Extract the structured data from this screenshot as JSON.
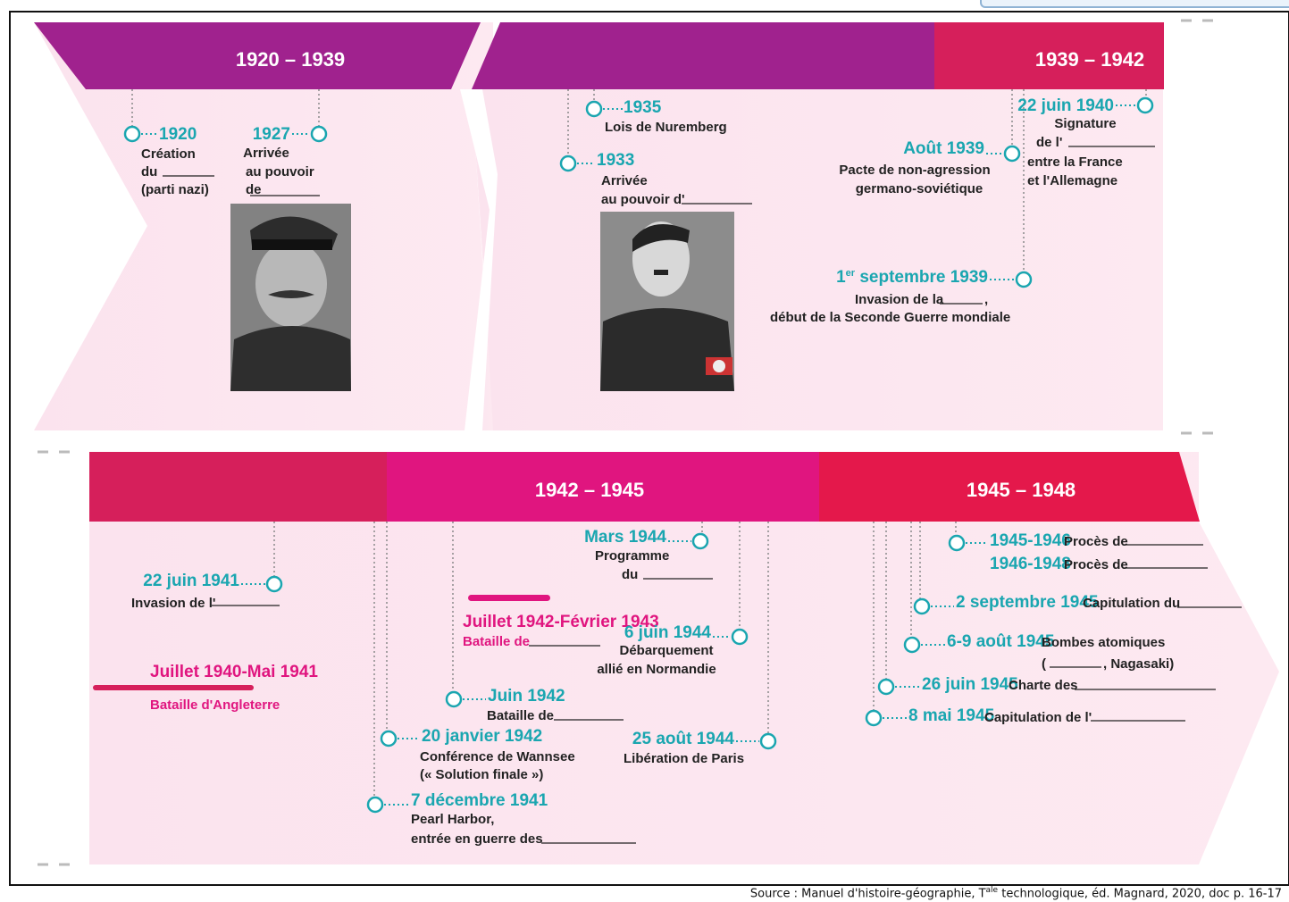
{
  "colors": {
    "purple": "#a0228e",
    "crimson": "#d61f5b",
    "magenta": "#e0157f",
    "red": "#e4184b",
    "pink_bg": "#fce4ef",
    "teal": "#1aa6b0"
  },
  "periods": {
    "p1": "1920 – 1939",
    "p2": "1939 – 1942",
    "p3": "1942 – 1945",
    "p4": "1945 – 1948"
  },
  "events": {
    "e1920": {
      "year": "1920",
      "l1": "Création",
      "l2": "du",
      "l3": "(parti nazi)"
    },
    "e1927": {
      "year": "1927",
      "l1": "Arrivée",
      "l2": "au pouvoir",
      "l3": "de"
    },
    "e1935": {
      "year": "1935",
      "l1": "Lois de Nuremberg"
    },
    "e1933": {
      "year": "1933",
      "l1": "Arrivée",
      "l2": "au pouvoir d'"
    },
    "eaout1939": {
      "year": "Août 1939",
      "l1": "Pacte de non-agression",
      "l2": "germano-soviétique"
    },
    "ejuin1940": {
      "year": "22 juin 1940",
      "l1": "Signature",
      "l2": "de l'",
      "l3": "entre la France",
      "l4": "et l'Allemagne"
    },
    "esept1939": {
      "year_a": "1",
      "year_sup": "er",
      "year_b": " septembre 1939",
      "l1": "Invasion de la",
      "l1b": ",",
      "l2": "début de la Seconde Guerre mondiale"
    },
    "ejuin1941": {
      "year": "22 juin 1941",
      "l1": "Invasion de l'"
    },
    "eangleterre": {
      "year": "Juillet 1940-Mai 1941",
      "l1": "Bataille d'Angleterre"
    },
    "ejuil1942": {
      "year": "Juillet 1942-Février 1943",
      "l1": "Bataille de"
    },
    "emars1944": {
      "year": "Mars 1944",
      "l1": "Programme",
      "l2": "du"
    },
    "ejuin1944": {
      "year": "6 juin 1944",
      "l1": "Débarquement",
      "l2": "allié en Normandie"
    },
    "ejuin1942": {
      "year": "Juin 1942",
      "l1": "Bataille de"
    },
    "ejan1942": {
      "year": "20 janvier 1942",
      "l1": "Conférence de Wannsee",
      "l2": "(« Solution finale »)"
    },
    "eaout1944": {
      "year": "25 août 1944",
      "l1": "Libération de Paris"
    },
    "edec1941": {
      "year": "7 décembre 1941",
      "l1": "Pearl Harbor,",
      "l2": "entrée en guerre des"
    },
    "e19451946": {
      "year": "1945-1946",
      "l1": "Procès de"
    },
    "e19461948": {
      "year": "1946-1948",
      "l1": "Procès de"
    },
    "esept1945": {
      "year": "2 septembre 1945",
      "l1": "Capitulation du"
    },
    "eaout1945": {
      "year": "6-9 août 1945",
      "l1": "Bombes atomiques",
      "l2a": "(",
      "l2b": ", Nagasaki)"
    },
    "ejuin1945": {
      "year": "26 juin 1945",
      "l1": "Charte des"
    },
    "emai1945": {
      "year": "8 mai 1945",
      "l1": "Capitulation de l'"
    }
  },
  "source": {
    "a": "Source : Manuel d'histoire-géographie, T",
    "sup": "ale",
    "b": " technologique, éd. Magnard, 2020, doc p. 16-17"
  }
}
